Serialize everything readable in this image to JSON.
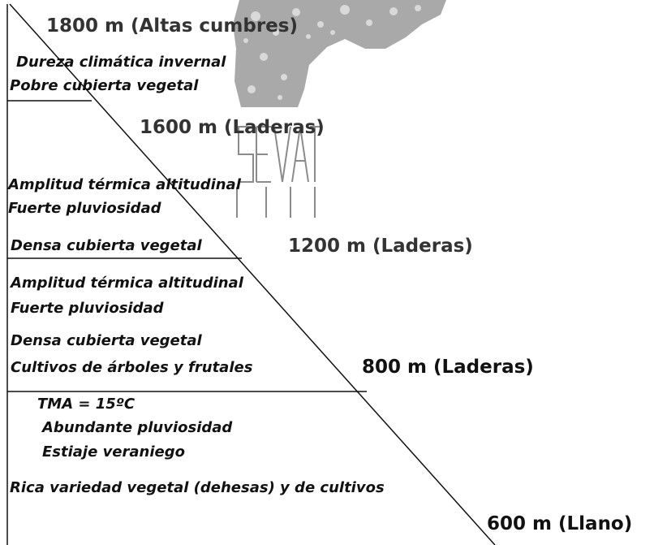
{
  "zones": [
    {
      "altitude": "1800 m (Altas cumbres)",
      "features": [
        "Dureza climática invernal",
        "Pobre   cubierta vegetal"
      ]
    },
    {
      "altitude": "1600 m (Laderas)",
      "features": [
        "Amplitud  térmica   altitudinal",
        "Fuerte pluviosidad",
        "Densa cubierta vegetal"
      ]
    },
    {
      "altitude": "1200 m (Laderas)",
      "features": [
        "Amplitud  térmica  altitudinal",
        "Fuerte pluviosidad",
        "Densa cubierta vegetal",
        "Cultivos de árboles y frutales"
      ]
    },
    {
      "altitude": "800 m (Laderas)",
      "features": [
        "TMA = 15ºC",
        "Abundante pluviosidad",
        "Estiaje veraniego",
        "Rica variedad vegetal (dehesas) y de cultivos"
      ]
    },
    {
      "altitude": "600 m (Llano)",
      "features": []
    }
  ],
  "watermark": "SEVAT",
  "colors": {
    "line": "#111111",
    "text": "#111111",
    "altitude_text": "#333333",
    "tree": "#8a8a8a"
  }
}
